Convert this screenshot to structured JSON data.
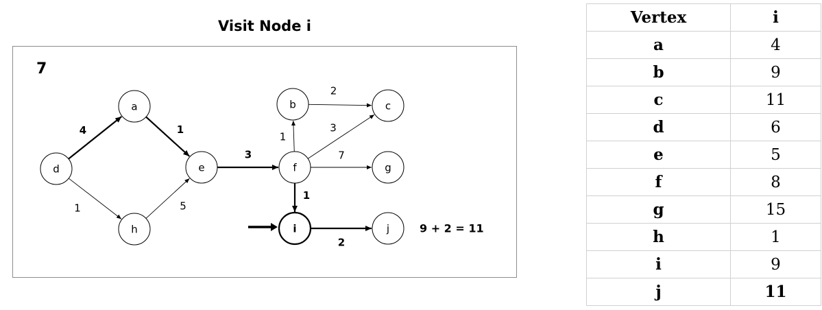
{
  "title": "Visit Node i",
  "step": "7",
  "graph": {
    "nodes": [
      {
        "id": "d",
        "label": "d",
        "highlight": false
      },
      {
        "id": "a",
        "label": "a",
        "highlight": false
      },
      {
        "id": "h",
        "label": "h",
        "highlight": false
      },
      {
        "id": "e",
        "label": "e",
        "highlight": false
      },
      {
        "id": "f",
        "label": "f",
        "highlight": false
      },
      {
        "id": "b",
        "label": "b",
        "highlight": false
      },
      {
        "id": "c",
        "label": "c",
        "highlight": false
      },
      {
        "id": "g",
        "label": "g",
        "highlight": false
      },
      {
        "id": "i",
        "label": "i",
        "highlight": true
      },
      {
        "id": "j",
        "label": "j",
        "highlight": false
      }
    ],
    "edges": [
      {
        "from": "d",
        "to": "a",
        "weight": "4",
        "bold": true
      },
      {
        "from": "a",
        "to": "e",
        "weight": "1",
        "bold": true
      },
      {
        "from": "d",
        "to": "h",
        "weight": "1",
        "bold": false
      },
      {
        "from": "h",
        "to": "e",
        "weight": "5",
        "bold": false
      },
      {
        "from": "e",
        "to": "f",
        "weight": "3",
        "bold": true
      },
      {
        "from": "f",
        "to": "b",
        "weight": "1",
        "bold": false
      },
      {
        "from": "b",
        "to": "c",
        "weight": "2",
        "bold": false
      },
      {
        "from": "f",
        "to": "c",
        "weight": "3",
        "bold": false
      },
      {
        "from": "f",
        "to": "g",
        "weight": "7",
        "bold": false
      },
      {
        "from": "f",
        "to": "i",
        "weight": "1",
        "bold": true
      },
      {
        "from": "i",
        "to": "j",
        "weight": "2",
        "bold": true
      }
    ],
    "annotation": "9 + 2 = 11",
    "pointer_target": "i"
  },
  "table": {
    "headers": [
      "Vertex",
      "i"
    ],
    "rows": [
      [
        "a",
        "4"
      ],
      [
        "b",
        "9"
      ],
      [
        "c",
        "11"
      ],
      [
        "d",
        "6"
      ],
      [
        "e",
        "5"
      ],
      [
        "f",
        "8"
      ],
      [
        "g",
        "15"
      ],
      [
        "h",
        "1"
      ],
      [
        "i",
        "9"
      ],
      [
        "j",
        "11"
      ]
    ],
    "updated_row": "j"
  }
}
